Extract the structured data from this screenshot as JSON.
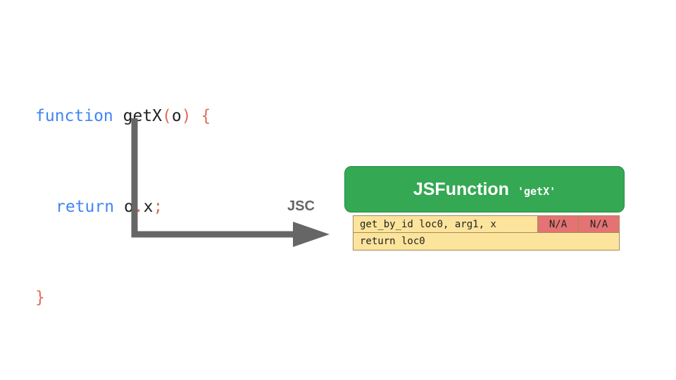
{
  "code": {
    "line1": {
      "keyword": "function",
      "name": "getX",
      "open_paren": "(",
      "param": "o",
      "close_paren": ")",
      "open_brace": "{"
    },
    "line2": {
      "keyword": "return",
      "object": "o",
      "dot": ".",
      "property": "x",
      "semicolon": ";"
    },
    "line3": {
      "close_brace": "}"
    }
  },
  "compiler_label": "JSC",
  "jsfunction": {
    "title": "JSFunction",
    "name": "'getX'",
    "color": "#34a853"
  },
  "bytecode": {
    "row1": {
      "op": "get_by_id loc0, arg1, x",
      "slot1": "N/A",
      "slot2": "N/A"
    },
    "row2": {
      "op": "return loc0"
    }
  },
  "colors": {
    "keyword": "#4285f4",
    "punctuation": "#e06c5a",
    "arrow": "#666666",
    "bytecode_bg": "#fde49c",
    "slot_bg": "#e57373"
  }
}
